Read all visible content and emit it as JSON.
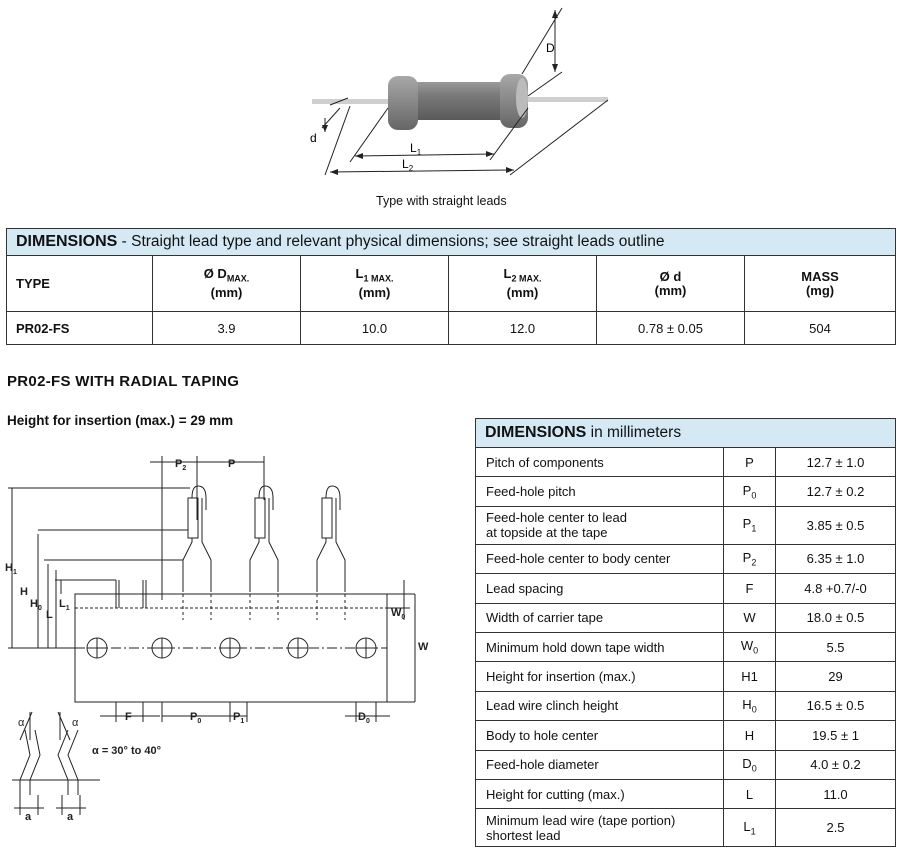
{
  "top_figure": {
    "caption": "Type with straight leads",
    "labels": {
      "D": "D",
      "d": "d",
      "L1": "L",
      "L1_sub": "1",
      "L2": "L",
      "L2_sub": "2"
    }
  },
  "table1": {
    "header_bold": "DIMENSIONS",
    "header_rest": " - Straight lead type and relevant physical dimensions; see straight leads outline",
    "columns": [
      {
        "main": "TYPE",
        "sub": ""
      },
      {
        "main": "Ø D",
        "suffix": "MAX.",
        "sub": "(mm)"
      },
      {
        "main": "L",
        "sub_num": "1",
        "suffix": " MAX.",
        "sub": "(mm)"
      },
      {
        "main": "L",
        "sub_num": "2",
        "suffix": " MAX.",
        "sub": "(mm)"
      },
      {
        "main": "Ø d",
        "sub": "(mm)"
      },
      {
        "main": "MASS",
        "sub": "(mg)"
      }
    ],
    "row": [
      "PR02-FS",
      "3.9",
      "10.0",
      "12.0",
      "0.78 ± 0.05",
      "504"
    ]
  },
  "section_title": "PR02-FS WITH RADIAL TAPING",
  "insertion_note": "Height for insertion (max.) = 29 mm",
  "tape_figure": {
    "labels": {
      "P2": "P",
      "P2_sub": "2",
      "P": "P",
      "H1": "H",
      "H1_sub": "1",
      "H": "H",
      "H0": "H",
      "H0_sub": "0",
      "L1": "L",
      "L1_sub": "1",
      "L": "L",
      "W0": "W",
      "W0_sub": "0",
      "W": "W",
      "F": "F",
      "P0": "P",
      "P0_sub": "0",
      "P1": "P",
      "P1_sub": "1",
      "D0": "D",
      "D0_sub": "0",
      "alpha": "α",
      "alpha_note": "α = 30° to 40°",
      "a": "a"
    }
  },
  "table2": {
    "header_bold": "DIMENSIONS",
    "header_rest": " in millimeters",
    "rows": [
      {
        "desc": "Pitch of components",
        "sym": "P",
        "sub": "",
        "val": "12.7 ± 1.0"
      },
      {
        "desc": "Feed-hole pitch",
        "sym": "P",
        "sub": "0",
        "val": "12.7 ± 0.2"
      },
      {
        "desc": "Feed-hole center to lead",
        "desc2": "at topside at the tape",
        "sym": "P",
        "sub": "1",
        "val": "3.85 ± 0.5"
      },
      {
        "desc": "Feed-hole center to body center",
        "sym": "P",
        "sub": "2",
        "val": "6.35 ± 1.0"
      },
      {
        "desc": "Lead spacing",
        "sym": "F",
        "sub": "",
        "val": "4.8 +0.7/-0"
      },
      {
        "desc": "Width of carrier tape",
        "sym": "W",
        "sub": "",
        "val": "18.0 ± 0.5"
      },
      {
        "desc": "Minimum hold down tape width",
        "sym": "W",
        "sub": "0",
        "val": "5.5"
      },
      {
        "desc": "Height for insertion (max.)",
        "sym": "H1",
        "sub": "",
        "val": "29"
      },
      {
        "desc": "Lead wire clinch height",
        "sym": "H",
        "sub": "0",
        "val": "16.5 ± 0.5"
      },
      {
        "desc": "Body to hole center",
        "sym": "H",
        "sub": "",
        "val": "19.5 ± 1"
      },
      {
        "desc": "Feed-hole diameter",
        "sym": "D",
        "sub": "0",
        "val": "4.0 ± 0.2"
      },
      {
        "desc": "Height for cutting (max.)",
        "sym": "L",
        "sub": "",
        "val": "11.0"
      },
      {
        "desc": "Minimum lead wire (tape portion)",
        "desc2": "shortest lead",
        "sym": "L",
        "sub": "1",
        "val": "2.5"
      }
    ]
  }
}
